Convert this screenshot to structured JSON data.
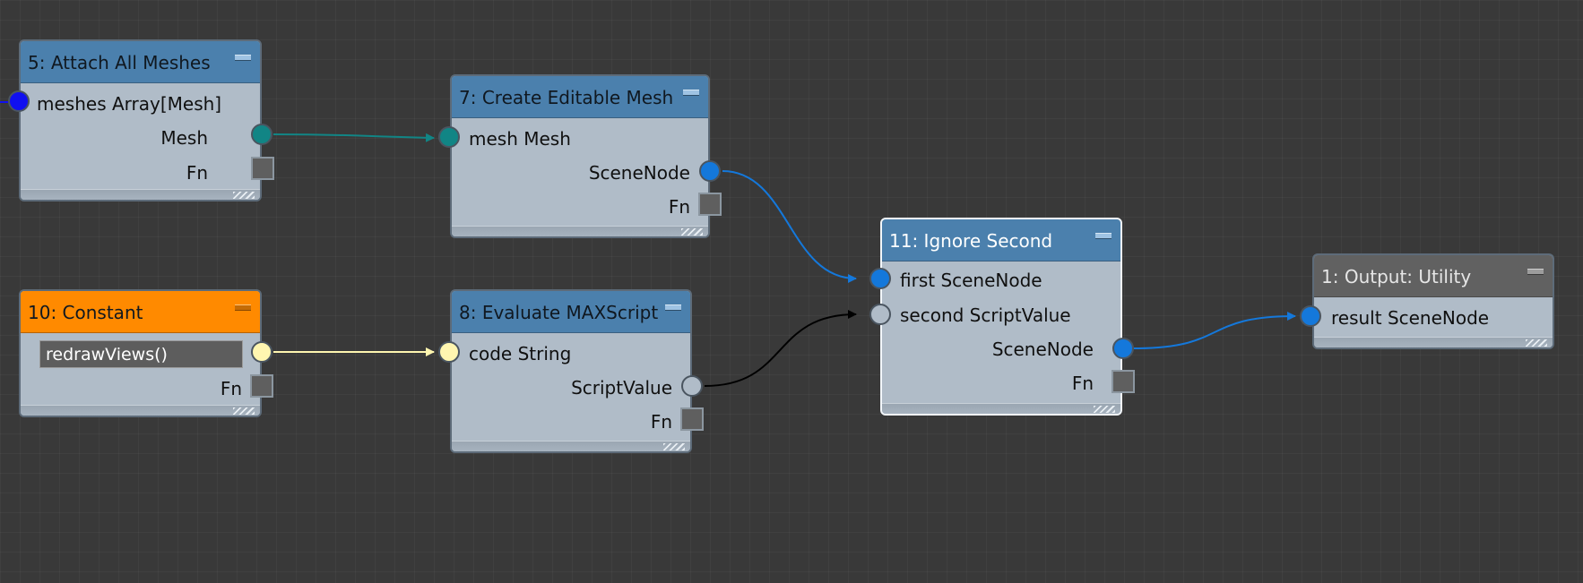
{
  "graph": {
    "nodes": [
      {
        "id": "n5",
        "title": "5: Attach All Meshes",
        "color": "#4b80ad",
        "inputs": [
          {
            "label": "meshes Array[Mesh]",
            "port_color": "#1010f0"
          }
        ],
        "outputs": [
          {
            "label": "Mesh",
            "port_color": "#118585"
          },
          {
            "label": "Fn"
          }
        ]
      },
      {
        "id": "n7",
        "title": "7: Create Editable Mesh",
        "color": "#4b80ad",
        "inputs": [
          {
            "label": "mesh Mesh",
            "port_color": "#118585"
          }
        ],
        "outputs": [
          {
            "label": "SceneNode",
            "port_color": "#1478db"
          },
          {
            "label": "Fn"
          }
        ]
      },
      {
        "id": "n10",
        "title": "10: Constant",
        "color": "#ff8a00",
        "value": "redrawViews()",
        "outputs": [
          {
            "label": "",
            "port_color": "#fff6b0"
          },
          {
            "label": "Fn"
          }
        ]
      },
      {
        "id": "n8",
        "title": "8: Evaluate MAXScript",
        "color": "#4b80ad",
        "inputs": [
          {
            "label": "code String",
            "port_color": "#fff6b0"
          }
        ],
        "outputs": [
          {
            "label": "ScriptValue",
            "port_color": "#b0bcc8"
          },
          {
            "label": "Fn"
          }
        ]
      },
      {
        "id": "n11",
        "title": "11: Ignore Second",
        "color": "#4b80ad",
        "selected": true,
        "inputs": [
          {
            "label": "first SceneNode",
            "port_color": "#1478db"
          },
          {
            "label": "second ScriptValue",
            "port_color": "#b0bcc8"
          }
        ],
        "outputs": [
          {
            "label": "SceneNode",
            "port_color": "#1478db"
          },
          {
            "label": "Fn"
          }
        ]
      },
      {
        "id": "n1",
        "title": "1: Output: Utility",
        "color": "#616161",
        "inputs": [
          {
            "label": "result SceneNode",
            "port_color": "#1478db"
          }
        ]
      }
    ],
    "connections": [
      {
        "from": "5: Attach All Meshes.Mesh",
        "to": "7: Create Editable Mesh.mesh",
        "color": "#118585"
      },
      {
        "from": "7: Create Editable Mesh.SceneNode",
        "to": "11: Ignore Second.first",
        "color": "#1478db"
      },
      {
        "from": "10: Constant",
        "to": "8: Evaluate MAXScript.code",
        "color": "#fff6b0"
      },
      {
        "from": "8: Evaluate MAXScript.ScriptValue",
        "to": "11: Ignore Second.second",
        "color": "#000000"
      },
      {
        "from": "11: Ignore Second.SceneNode",
        "to": "1: Output: Utility.result",
        "color": "#1478db"
      }
    ]
  }
}
